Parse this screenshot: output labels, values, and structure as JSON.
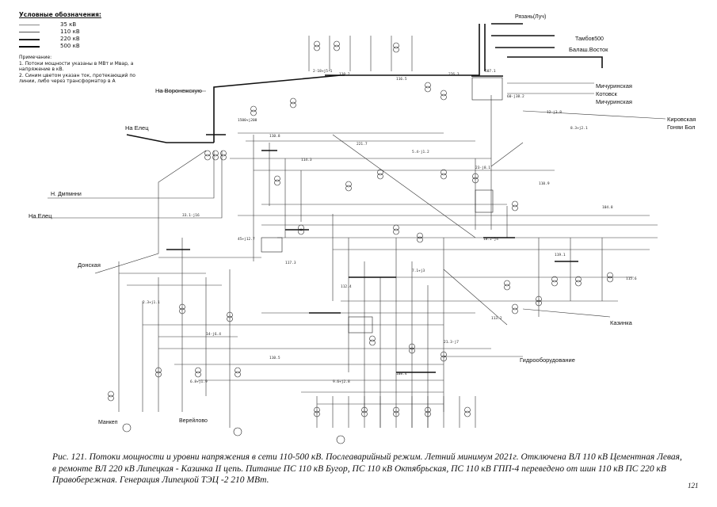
{
  "legend": {
    "title": "Условные обозначения:",
    "items": [
      {
        "label": "35 кВ",
        "color": "#888888"
      },
      {
        "label": "110 кВ",
        "color": "#555555"
      },
      {
        "label": "220 кВ",
        "color": "#222222"
      },
      {
        "label": "500 кВ",
        "color": "#000000"
      }
    ],
    "note": "Примечание:\n1. Потоки мощности указаны в МВт и Мвар, а напряжение в кВ.\n2. Синим цветом указан ток, протекающий по линии, либо через трансформатор в А"
  },
  "directions": [
    {
      "text": "Рязань(Луч)"
    },
    {
      "text": "Тамбов500"
    },
    {
      "text": "Балаш.Восток"
    },
    {
      "text": "Мичуринская"
    },
    {
      "text": "Котовск"
    },
    {
      "text": "Мичуринская"
    },
    {
      "text": "Кировская"
    },
    {
      "text": "Гоняи Бол"
    },
    {
      "text": "На Воронежскую"
    },
    {
      "text": "На Елец"
    },
    {
      "text": "Н. Дмпмнни"
    },
    {
      "text": "На Елец"
    },
    {
      "text": "Донская"
    },
    {
      "text": "Казинка"
    },
    {
      "text": "Гидрооборудование"
    },
    {
      "text": "Верейлово"
    },
    {
      "text": "Манкеп"
    }
  ],
  "caption": "Рис. 121. Потоки мощности и уровни напряжения в сети 110-500 кВ. Послеаварийный режим. Летний минимум 2021г. Отключена ВЛ 110 кВ Цементная Левая, в ремонте ВЛ 220 кВ Липецкая - Казинка II цепь. Питание ПС 110 кВ Бугор, ПС 110 кВ Октябрьская, ПС 110 кВ ГПП-4 переведено от шин 110 кВ ПС 220 кВ Правобережная. Генерация Липецкой ТЭЦ -2 210 МВт.",
  "page_number": "121",
  "annotations": [
    "2-18+j5-1",
    "110.2",
    "116.5",
    "226.3",
    "507.1",
    "60-j38.2",
    "12-j3.8",
    "8.3+j2.1",
    "1500+j208",
    "110.8",
    "114.3",
    "221.7",
    "5.4-j1.2",
    "23-j8.1",
    "110.9",
    "104.8",
    "33.1-j16",
    "45+j12.7",
    "117.3",
    "112.4",
    "7.1+j3",
    "18.2-j4",
    "119.1",
    "115.6",
    "2.3+j1.1",
    "14-j6.4",
    "110.5",
    "9.6+j2.8",
    "108.4",
    "21.3-j7",
    "113.2",
    "6.8+j1.9"
  ]
}
